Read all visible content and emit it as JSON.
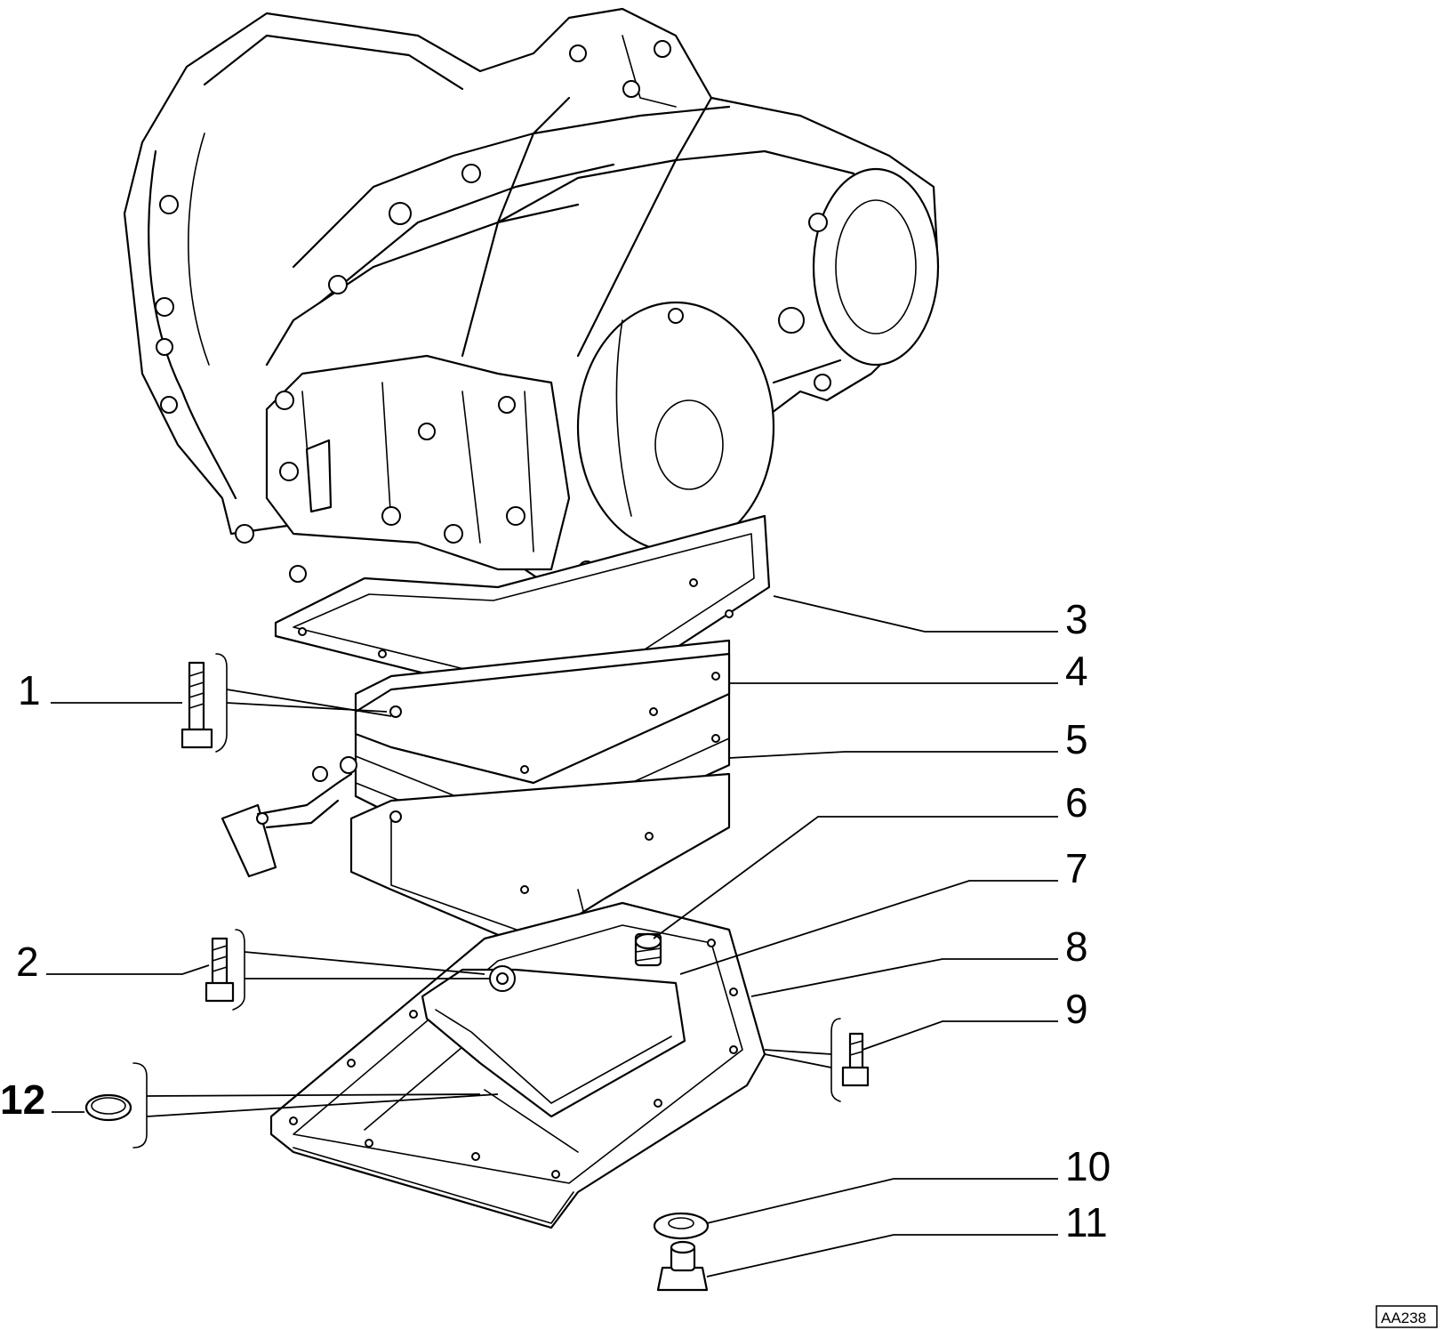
{
  "diagram": {
    "callouts": [
      "1",
      "2",
      "3",
      "4",
      "5",
      "6",
      "7",
      "8",
      "9",
      "10",
      "11",
      "12"
    ],
    "drawing_code": "AA238"
  }
}
